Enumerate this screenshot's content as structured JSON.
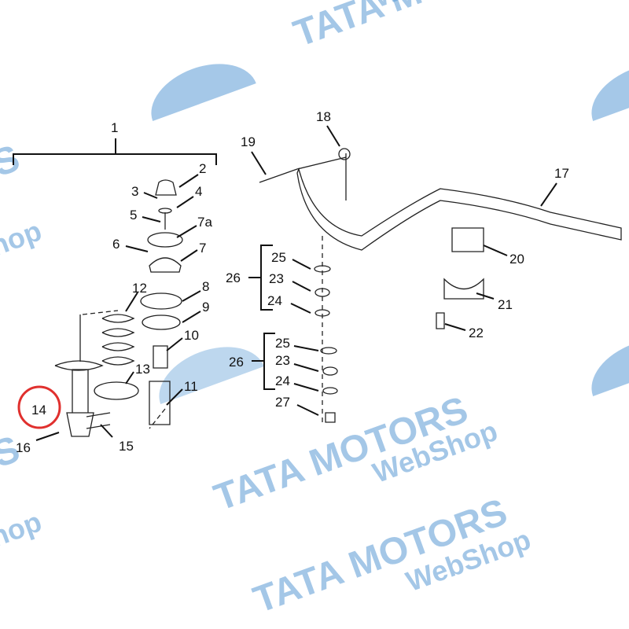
{
  "watermark": {
    "brand": "TATA MOTORS",
    "sub": "WebShop",
    "color": "#5b9bd5"
  },
  "highlight": {
    "part": "14",
    "color": "#e0302e"
  },
  "labels": {
    "p1": "1",
    "p2": "2",
    "p3": "3",
    "p4": "4",
    "p5": "5",
    "p6": "6",
    "p7": "7",
    "p7a": "7a",
    "p8": "8",
    "p9": "9",
    "p10": "10",
    "p11": "11",
    "p12": "12",
    "p13": "13",
    "p14": "14",
    "p15": "15",
    "p16": "16",
    "p17": "17",
    "p18": "18",
    "p19": "19",
    "p20": "20",
    "p21": "21",
    "p22": "22",
    "p23a": "23",
    "p24a": "24",
    "p25a": "25",
    "p26a": "26",
    "p23b": "23",
    "p24b": "24",
    "p25b": "25",
    "p26b": "26",
    "p27": "27"
  }
}
